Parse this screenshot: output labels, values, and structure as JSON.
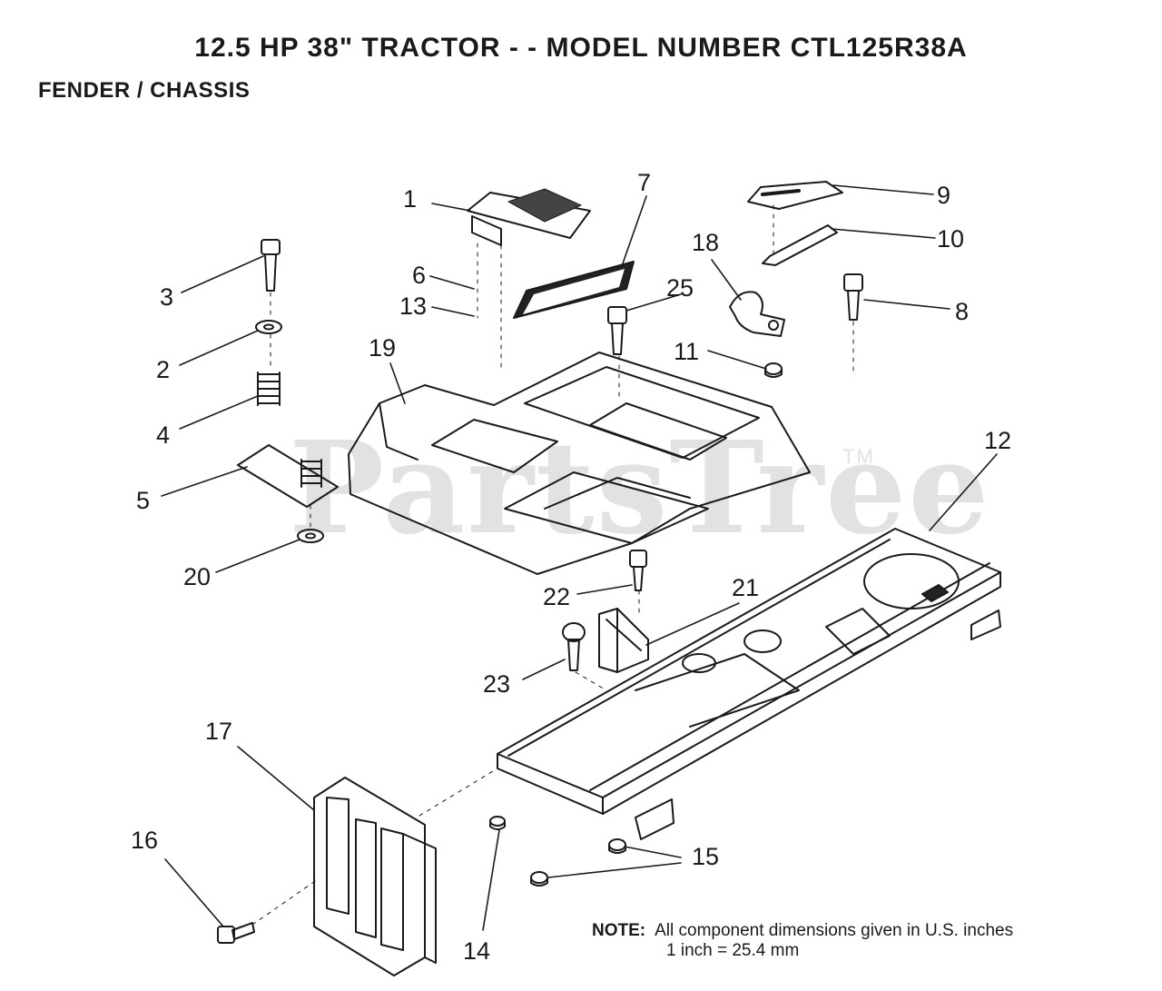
{
  "header": {
    "title": "12.5 HP 38\" TRACTOR - - MODEL NUMBER CTL125R38A",
    "section": "FENDER / CHASSIS"
  },
  "watermark": {
    "text": "PartsTree",
    "tm": "TM"
  },
  "callouts": [
    "1",
    "2",
    "3",
    "4",
    "5",
    "6",
    "7",
    "8",
    "9",
    "10",
    "11",
    "12",
    "13",
    "14",
    "15",
    "16",
    "17",
    "18",
    "19",
    "20",
    "21",
    "22",
    "23",
    "25"
  ],
  "note": {
    "label": "NOTE:",
    "line1": "All component dimensions given in U.S. inches",
    "line2": "1 inch = 25.4 mm"
  }
}
